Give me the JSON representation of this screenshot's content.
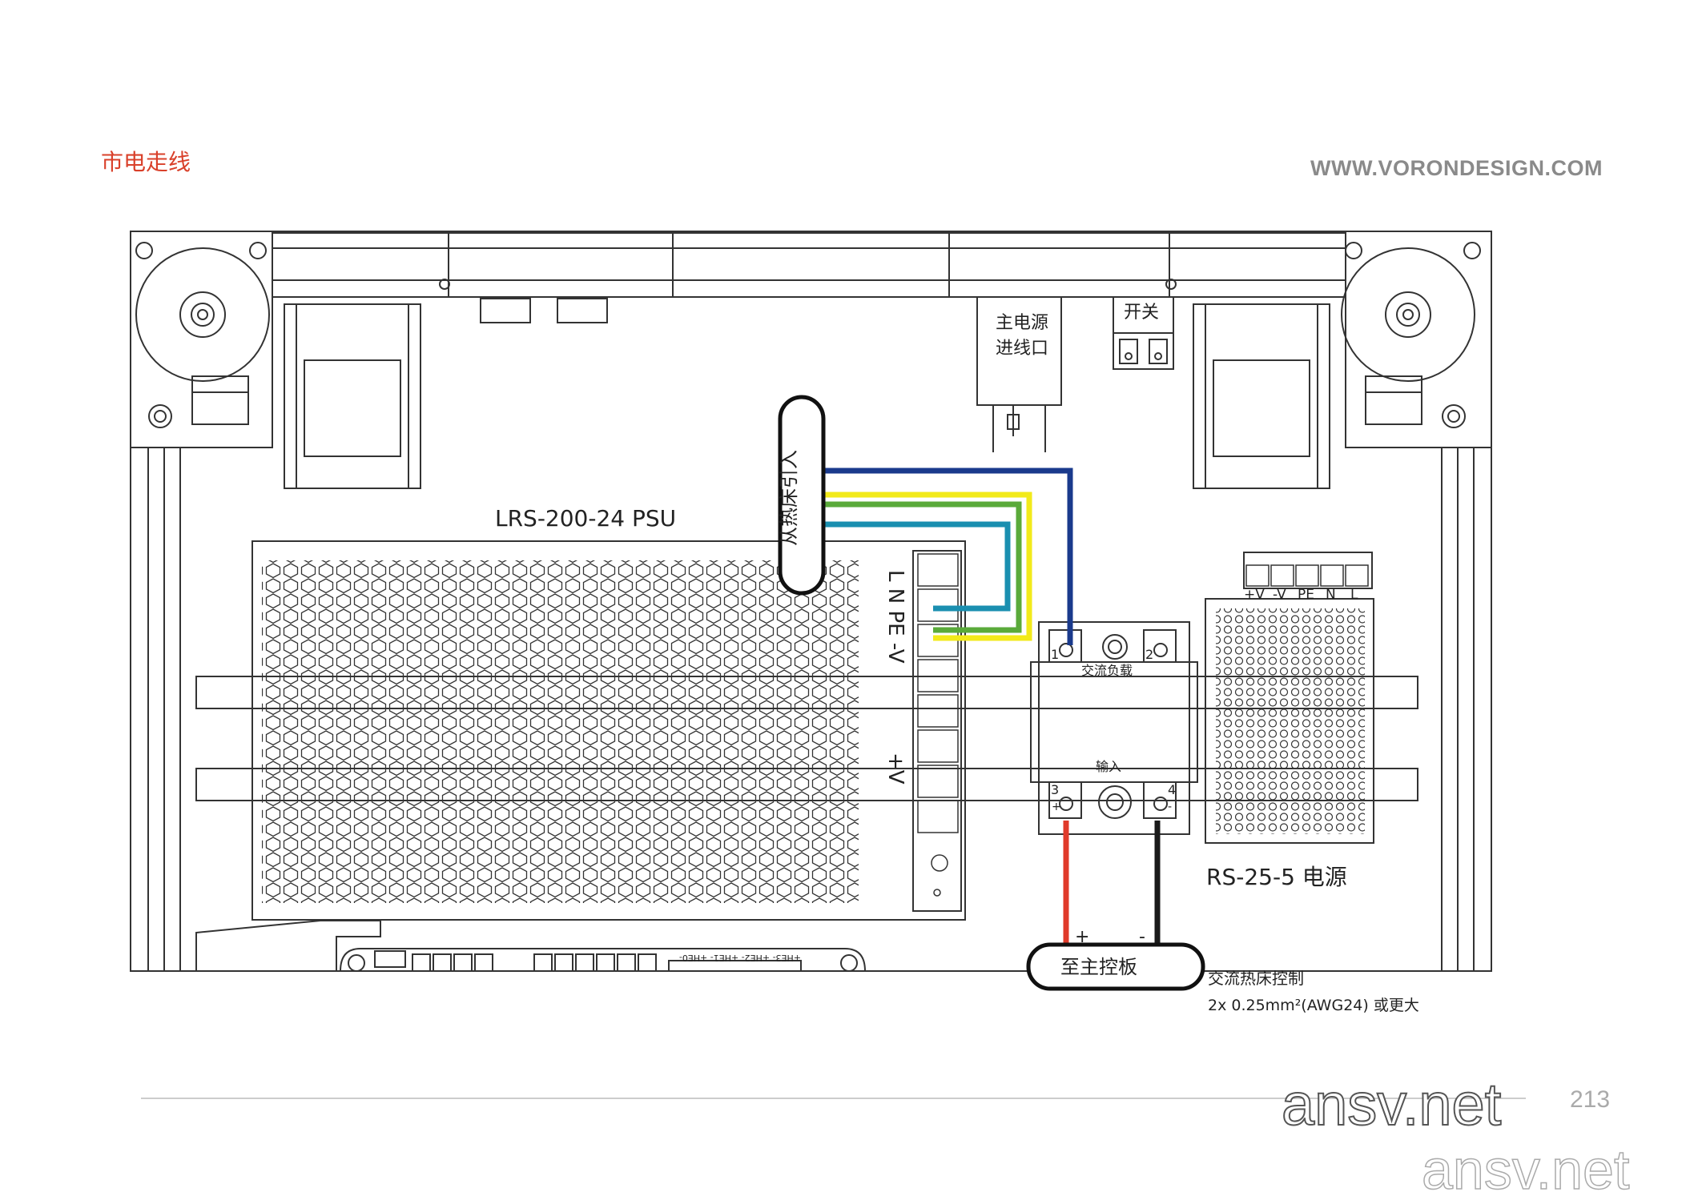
{
  "header": {
    "title": "市电走线",
    "website": "WWW.VORONDESIGN.COM"
  },
  "labels": {
    "mains_inlet": [
      "主电源",
      "进线口"
    ],
    "switch": "开关",
    "from_bed": "从热床引入",
    "psu_main": "LRS-200-24 PSU",
    "psu_terminals": "L  N  PE -V",
    "psu_plus_v": "+V",
    "rs25_terminals": [
      "+V",
      "-V",
      "PE",
      "N",
      "L"
    ],
    "rs25_name": "RS-25-5 电源",
    "ssr_load": "交流负载",
    "ssr_input": "输入",
    "ssr_pin1": "1",
    "ssr_pin2": "2",
    "ssr_pin3": "3",
    "ssr_pin4": "4",
    "ssr_plus": "+",
    "ssr_minus": "-",
    "wire_plus": "+",
    "wire_minus": "-",
    "to_mainboard": "至主控板",
    "heater_headers": "+HE3- +HE2- +HE1- +HE0-",
    "note_title": "交流热床控制",
    "note_body": "2x 0.25mm²(AWG24) 或更大"
  },
  "footer": {
    "page_number": "213",
    "watermark": "ansv.net"
  },
  "colors": {
    "title_red": "#d9402a",
    "wire_blue": "#1a3a8c",
    "wire_yellow": "#f2ea1a",
    "wire_green": "#5aaa3a",
    "wire_teal": "#1a8fb0",
    "wire_red": "#e03a2a",
    "wire_black": "#1a1a1a"
  }
}
